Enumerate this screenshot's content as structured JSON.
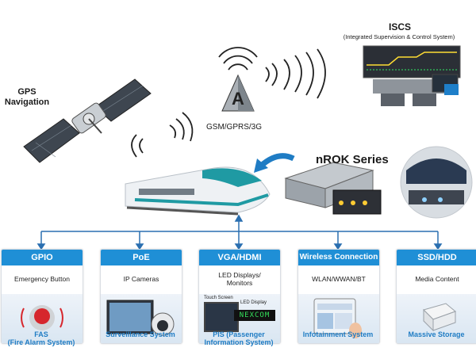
{
  "gps": {
    "line1": "GPS",
    "line2": "Navigation"
  },
  "tower": {
    "label": "GSM/GPRS/3G"
  },
  "iscs": {
    "title": "ISCS",
    "subtitle": "(Integrated Supervision & Control System)"
  },
  "product": {
    "title": "nROK Series"
  },
  "cards": [
    {
      "header": "GPIO",
      "desc": "Emergency Button",
      "footer": "FAS\n(Fire Alarm System)"
    },
    {
      "header": "PoE",
      "desc": "IP Cameras",
      "footer": "Surveillance System"
    },
    {
      "header": "VGA/HDMI",
      "desc": "LED Displays/\nMonitors",
      "footer": "PIS (Passenger\nInformation System)"
    },
    {
      "header": "Wireless Connection",
      "desc": "WLAN/WWAN/BT",
      "footer": "Infotainment System"
    },
    {
      "header": "SSD/HDD",
      "desc": "Media Content",
      "footer": "Massive Storage"
    }
  ],
  "pis_image": {
    "touch_label": "Touch Screen",
    "led_label": "LED Display",
    "led_text": "NEXCOM"
  },
  "colors": {
    "accent": "#1f8fd6",
    "footer_text": "#1f7cc4",
    "connector": "#2a6fb0"
  }
}
